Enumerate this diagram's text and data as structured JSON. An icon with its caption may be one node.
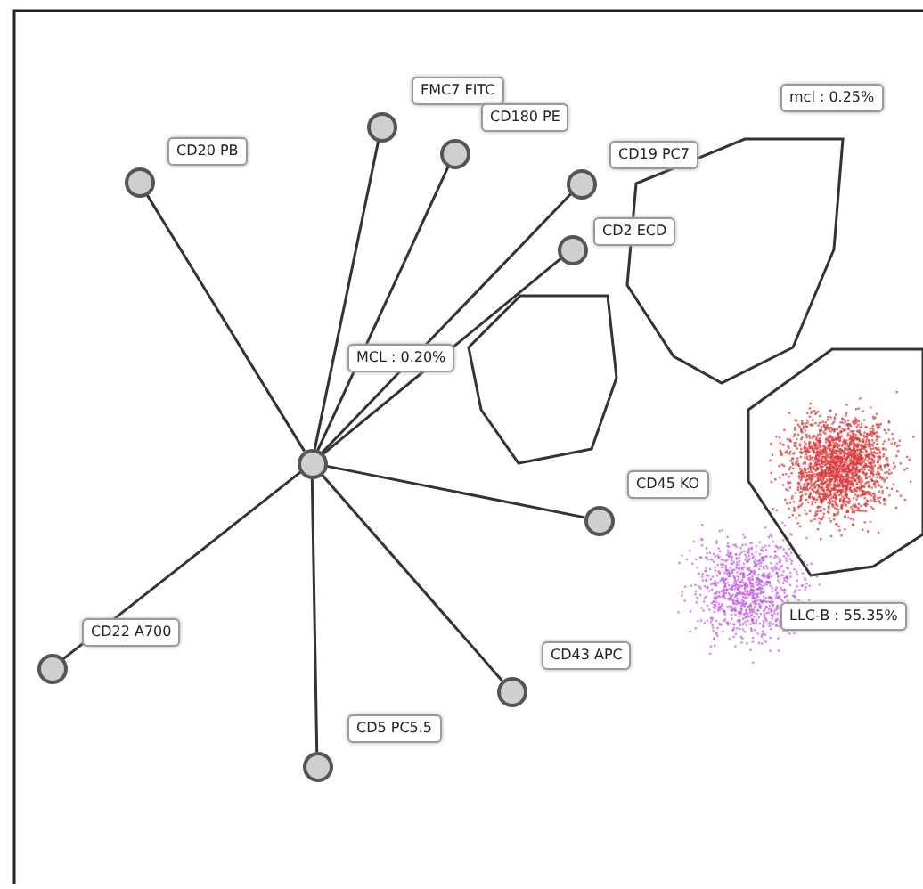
{
  "diagram": {
    "nodes": [
      {
        "text": [],
        "shape": "circle",
        "beside": [
          "FMC7 FITC"
        ]
      },
      {
        "text": [],
        "shape": "circle",
        "beside": [
          "CD180 PE"
        ]
      },
      {
        "text": [],
        "shape": "circle",
        "beside": [
          "CD20 PB"
        ]
      },
      {
        "text": [],
        "shape": "circle",
        "beside": [
          "CD19 PC7"
        ]
      },
      {
        "text": [],
        "shape": "circle",
        "beside": [
          "CD2 ECD"
        ]
      },
      {
        "text": [],
        "shape": "circle"
      },
      {
        "text": [],
        "shape": "circle",
        "beside": [
          "CD45 KO"
        ]
      },
      {
        "text": [],
        "shape": "circle",
        "beside": [
          "CD22 A700"
        ]
      },
      {
        "text": [],
        "shape": "circle",
        "beside": [
          "CD43 APC"
        ]
      },
      {
        "text": [],
        "shape": "circle",
        "beside": [
          "CD5 PC5.5"
        ]
      }
    ],
    "edges": [
      {
        "from": 5,
        "to": 0,
        "arrow": "none"
      },
      {
        "from": 5,
        "to": 1,
        "arrow": "none"
      },
      {
        "from": 5,
        "to": 2,
        "arrow": "none"
      },
      {
        "from": 5,
        "to": 3,
        "arrow": "none"
      },
      {
        "from": 5,
        "to": 4,
        "arrow": "none"
      },
      {
        "from": 5,
        "to": 6,
        "arrow": "none"
      },
      {
        "from": 5,
        "to": 7,
        "arrow": "none"
      },
      {
        "from": 5,
        "to": 8,
        "arrow": "none"
      },
      {
        "from": 5,
        "to": 9,
        "arrow": "none"
      }
    ],
    "labels": [
      "mcl : 0.25%",
      "MCL : 0.20%",
      "LLC-B : 55.35%"
    ]
  }
}
